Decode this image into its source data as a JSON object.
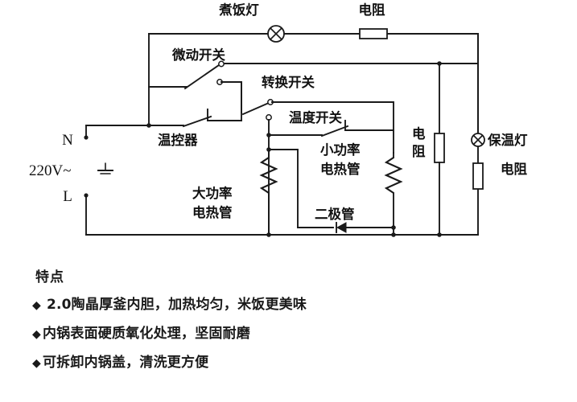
{
  "diagram": {
    "title_hidden": "",
    "power": {
      "neutral_label": "N",
      "live_label": "L",
      "voltage_label": "220V~",
      "ground_icon": "ground-icon"
    },
    "labels": {
      "cook_lamp": "煮饭灯",
      "resistor_top": "电阻",
      "micro_switch": "微动开关",
      "transfer_switch": "转换开关",
      "thermostat": "温控器",
      "temperature_switch": "温度开关",
      "high_power_heater_line1": "大功率",
      "high_power_heater_line2": "电热管",
      "low_power_heater_line1": "小功率",
      "low_power_heater_line2": "电热管",
      "diode": "二极管",
      "resistor_mid_line1": "电",
      "resistor_mid_line2": "阻",
      "warm_lamp": "保温灯",
      "resistor_right": "电阻"
    },
    "components": {
      "cook_lamp_icon": "lamp-icon",
      "warm_lamp_icon": "lamp-icon",
      "resistor_icon": "resistor-icon",
      "heater_icon": "heating-coil-icon",
      "diode_icon": "diode-icon",
      "switch_icon": "switch-icon"
    },
    "colors": {
      "wire": "#1a1a1a",
      "background": "#ffffff",
      "text": "#111111"
    }
  },
  "features": {
    "title": "特点",
    "bullet_glyph": "◆",
    "items": [
      "2.0陶晶厚釜内胆，加热均匀，米饭更美味",
      "内锅表面硬质氧化处理，坚固耐磨",
      "可拆卸内锅盖，清洗更方便"
    ]
  }
}
